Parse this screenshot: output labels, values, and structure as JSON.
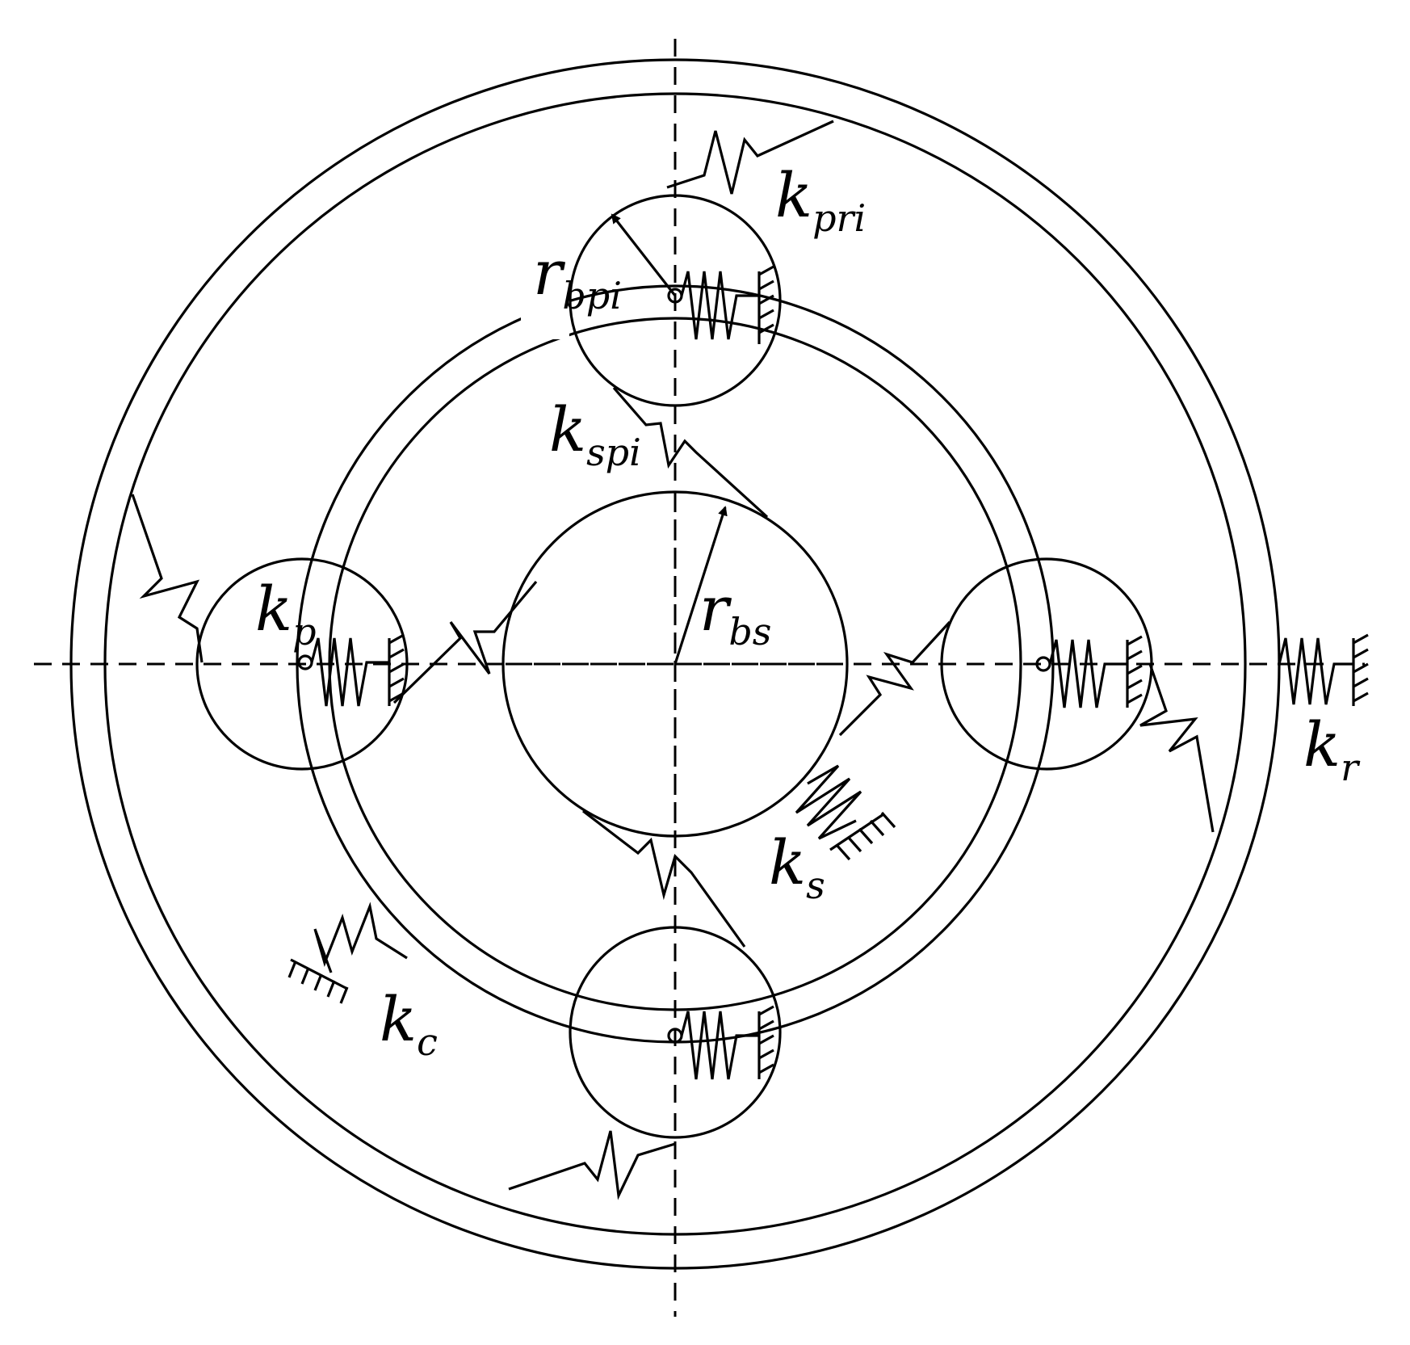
{
  "diagram": {
    "colors": {
      "stroke": "#000000",
      "background": "#ffffff"
    },
    "labels": {
      "k_pri": {
        "main": "k",
        "sub": "pri"
      },
      "r_bpi": {
        "main": "r",
        "sub": "bpi"
      },
      "k_spi": {
        "main": "k",
        "sub": "spi"
      },
      "k_p": {
        "main": "k",
        "sub": "p"
      },
      "r_bs": {
        "main": "r",
        "sub": "bs"
      },
      "k_r": {
        "main": "k",
        "sub": "r"
      },
      "k_s": {
        "main": "k",
        "sub": "s"
      },
      "k_c": {
        "main": "k",
        "sub": "c"
      }
    }
  }
}
